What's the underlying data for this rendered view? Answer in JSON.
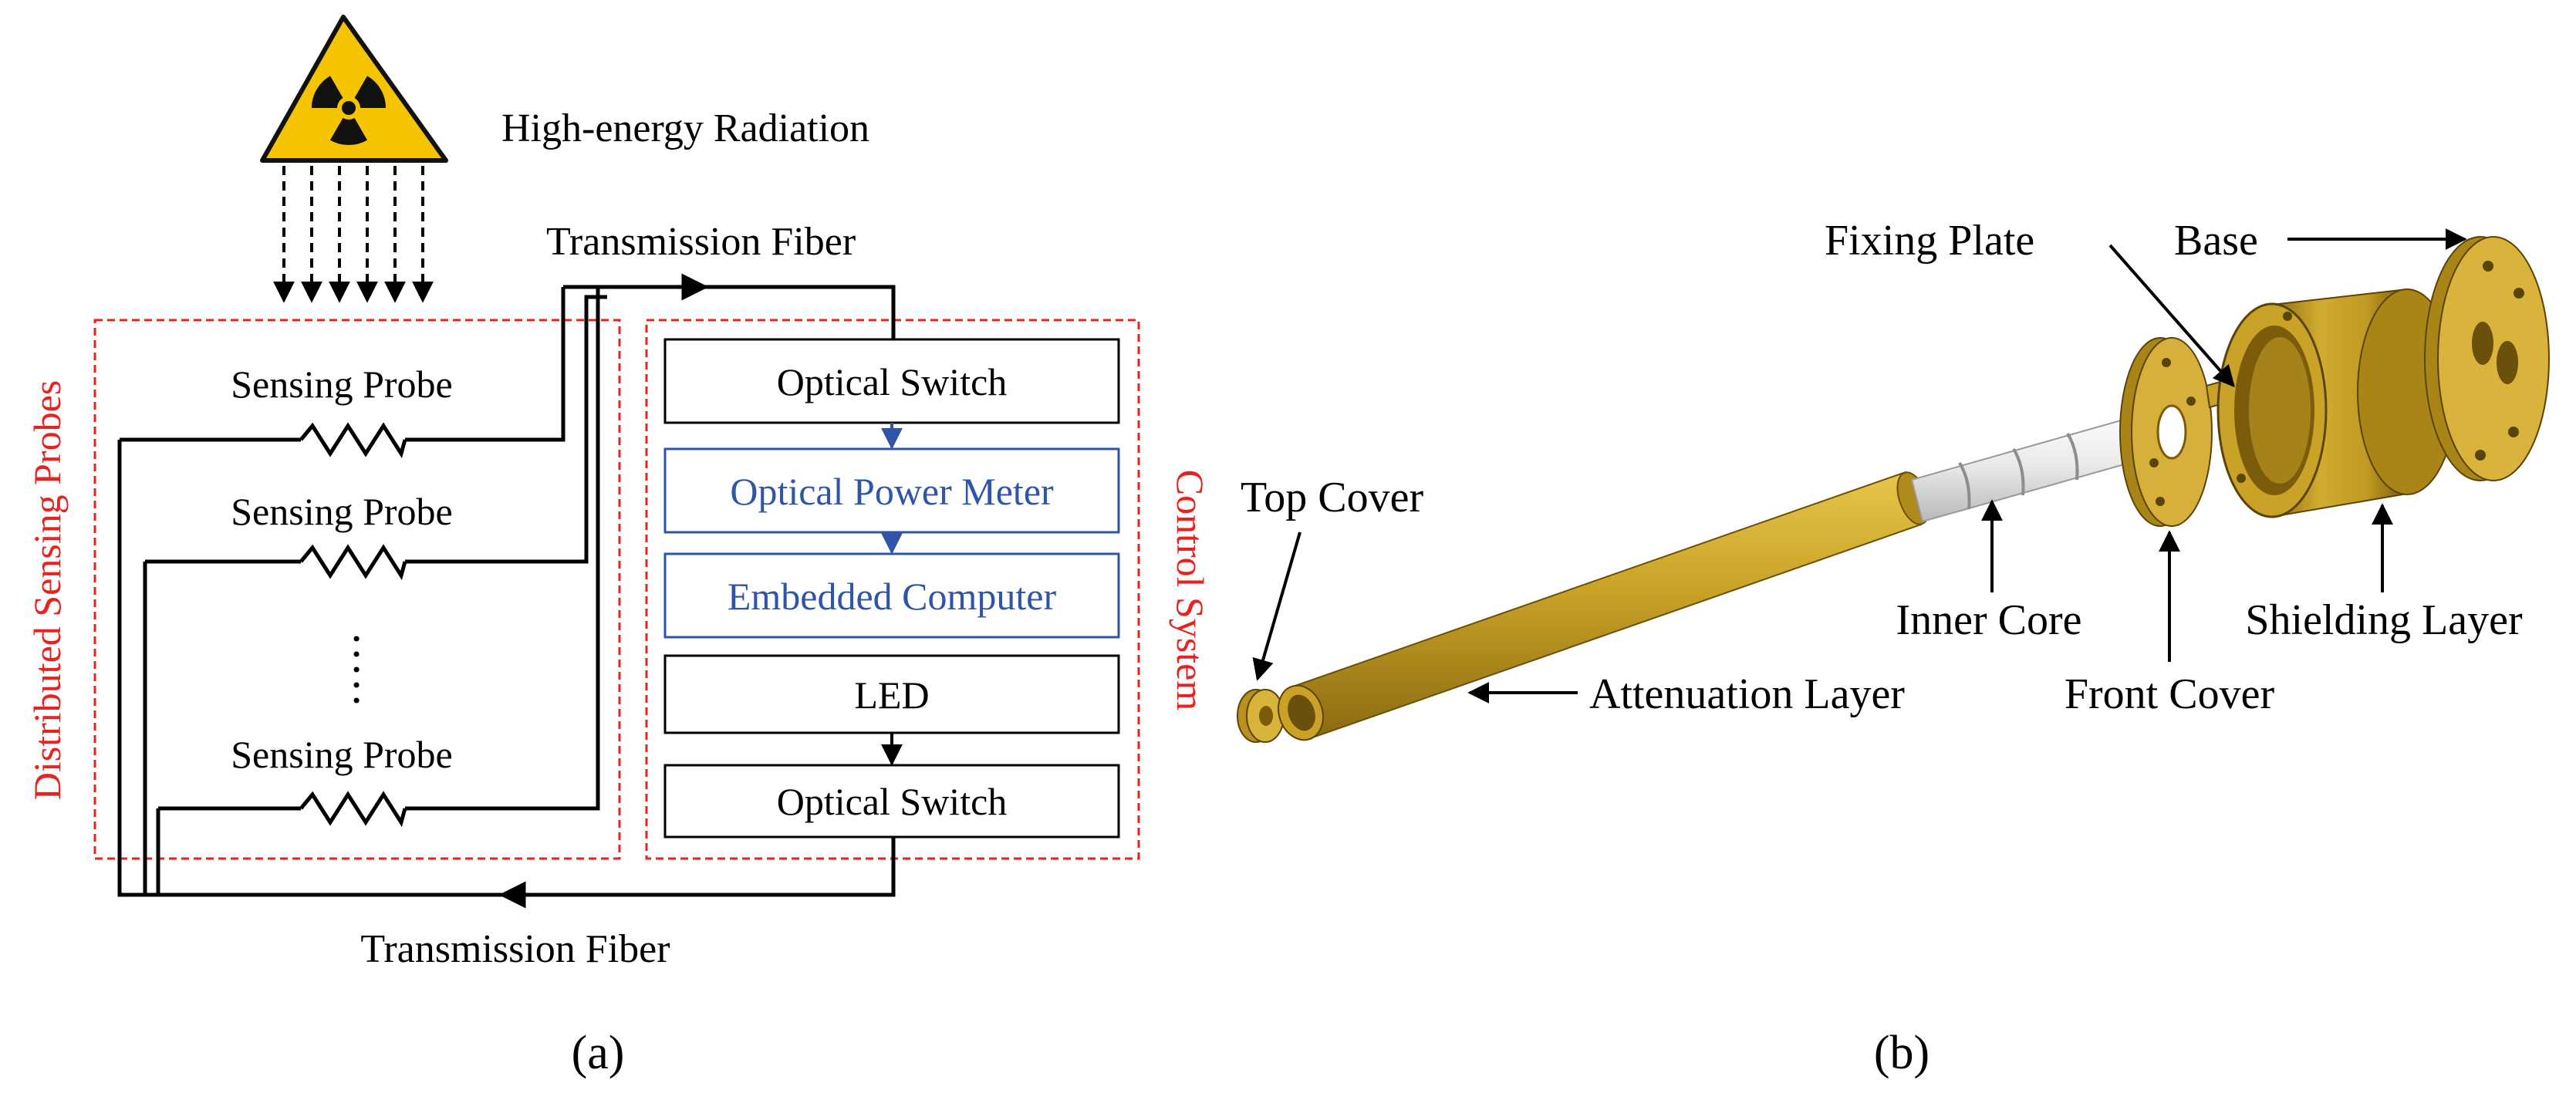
{
  "panel_a": {
    "radiation_label": "High-energy Radiation",
    "top_fiber_label": "Transmission Fiber",
    "bottom_fiber_label": "Transmission Fiber",
    "probe_labels": [
      "Sensing Probe",
      "Sensing Probe",
      "Sensing Probe"
    ],
    "ellipsis": "·····",
    "left_group_label": "Distributed Sensing Probes",
    "right_group_label": "Control System",
    "boxes": {
      "switch_top": "Optical Switch",
      "power_meter": "Optical Power Meter",
      "computer": "Embedded Computer",
      "led": "LED",
      "switch_bottom": "Optical Switch"
    },
    "caption": "(a)"
  },
  "panel_b": {
    "labels": {
      "fixing_plate": "Fixing Plate",
      "base": "Base",
      "top_cover": "Top Cover",
      "inner_core": "Inner Core",
      "shielding_layer": "Shielding Layer",
      "attenuation_layer": "Attenuation Layer",
      "front_cover": "Front Cover"
    },
    "caption": "(b)"
  },
  "colors": {
    "group_border": "#e8231f",
    "blue_box": "#2e55a8",
    "hazard_yellow": "#f5c400",
    "gold": "#c9a227",
    "gold_dark": "#8a6a10",
    "gold_light": "#e8cc55"
  }
}
